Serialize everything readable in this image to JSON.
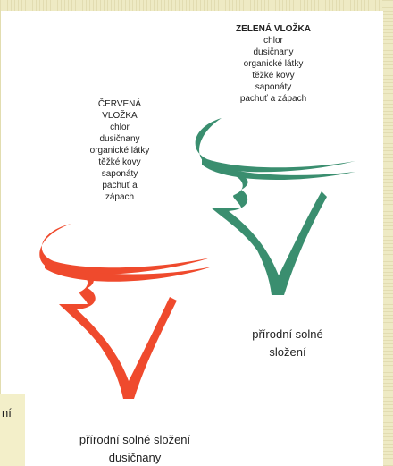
{
  "colors": {
    "red_insert": "#ef4a2d",
    "green_insert": "#3a8e6f",
    "page_background": "#ffffff",
    "frame_background": "#f3efc9"
  },
  "green_label": {
    "title": "ZELENÁ VLOŽKA",
    "items": [
      "chlor",
      "dusičnany",
      "organické látky",
      "těžké kovy",
      "saponáty",
      "pachuť a zápach"
    ]
  },
  "red_label": {
    "title_line1": "ČERVENÁ",
    "title_line2": "VLOŽKA",
    "items": [
      "chlor",
      "dusičnany",
      "organické látky",
      "těžké kovy",
      "saponáty",
      "pachuť a",
      "zápach"
    ]
  },
  "green_caption": {
    "line1": "přírodní solné",
    "line2": "složení"
  },
  "red_caption": {
    "line1": "přírodní solné složení",
    "line2": "dusičnany"
  },
  "cut_off_text": "ní"
}
